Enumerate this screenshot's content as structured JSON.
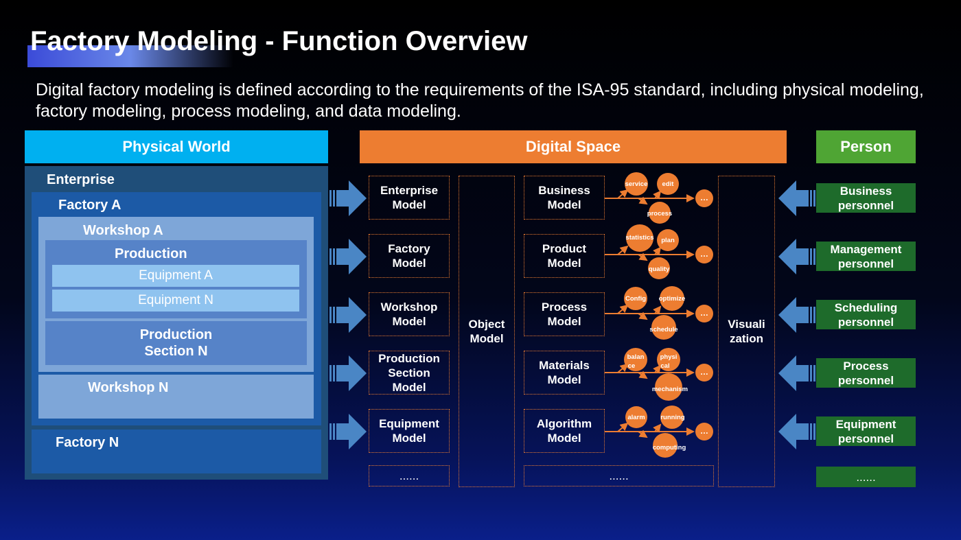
{
  "title": "Factory Modeling - Function Overview",
  "subtitle": "Digital factory modeling is defined according to the requirements of the ISA-95 standard, including physical modeling, factory modeling, process modeling, and data modeling.",
  "headers": {
    "physical": "Physical World",
    "digital": "Digital Space",
    "person": "Person"
  },
  "physical": {
    "enterprise": "Enterprise",
    "factory_a": "Factory A",
    "workshop_a": "Workshop A",
    "production": "Production",
    "equipment_a": "Equipment A",
    "equipment_n": "Equipment N",
    "production_section_n_line1": "Production",
    "production_section_n_line2": "Section N",
    "workshop_n": "Workshop N",
    "factory_n": "Factory N"
  },
  "models_left": [
    [
      "Enterprise",
      "Model"
    ],
    [
      "Factory",
      "Model"
    ],
    [
      "Workshop",
      "Model"
    ],
    [
      "Production",
      "Section",
      "Model"
    ],
    [
      "Equipment",
      "Model"
    ],
    [
      "......"
    ]
  ],
  "object_model": [
    "Object",
    "Model"
  ],
  "models_mid": [
    [
      "Business",
      "Model"
    ],
    [
      "Product",
      "Model"
    ],
    [
      "Process",
      "Model"
    ],
    [
      "Materials",
      "Model"
    ],
    [
      "Algorithm",
      "Model"
    ]
  ],
  "models_mid_more": "......",
  "visualization": [
    "Visuali",
    "zation"
  ],
  "chips": [
    {
      "a": "service",
      "b": "edit",
      "c": "process"
    },
    {
      "a": "statistics",
      "b": "plan",
      "c": "quality"
    },
    {
      "a": "Config",
      "b": "optimize",
      "c": "schedule"
    },
    {
      "a": [
        "balan",
        "ce"
      ],
      "b": [
        "physi",
        "cal"
      ],
      "c": "mechanism"
    },
    {
      "a": "alarm",
      "b": "running",
      "c": "computing"
    }
  ],
  "chip_more": "…",
  "persons": [
    [
      "Business",
      "personnel"
    ],
    [
      "Management",
      "personnel"
    ],
    [
      "Scheduling",
      "personnel"
    ],
    [
      "Process",
      "personnel"
    ],
    [
      "Equipment",
      "personnel"
    ],
    [
      "......"
    ]
  ],
  "colors": {
    "orange": "#ed7d31",
    "cyan": "#00b0f0",
    "green": "#4fa534",
    "dark_green": "#1e6b2b",
    "arrow_blue": "#4a86c5"
  }
}
